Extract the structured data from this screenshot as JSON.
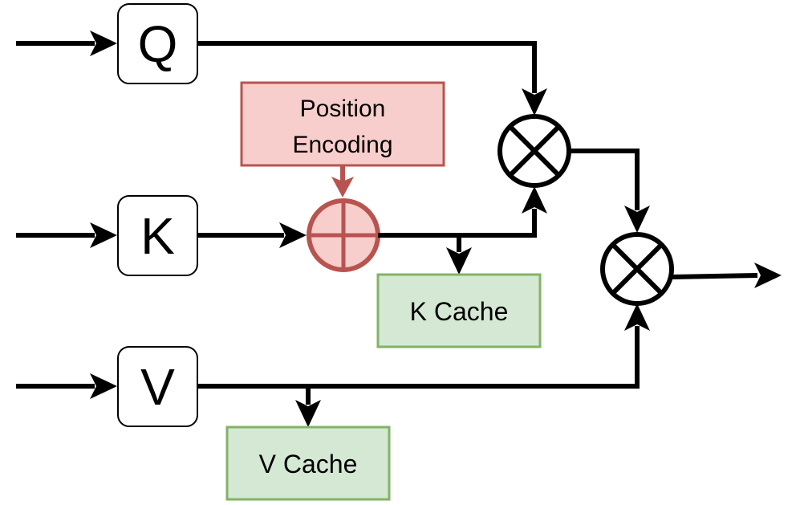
{
  "inputs": {
    "q_label": "Q",
    "k_label": "K",
    "v_label": "V"
  },
  "position_encoding": {
    "line1": "Position",
    "line2": "Encoding"
  },
  "caches": {
    "k_cache_label": "K Cache",
    "v_cache_label": "V Cache"
  },
  "operators": {
    "multiply_icon": "circled-times-icon",
    "add_icon": "circled-plus-icon"
  },
  "colors": {
    "line": "#000000",
    "position_fill": "#f8cecc",
    "position_stroke": "#b85450",
    "cache_fill": "#d5e8d4",
    "cache_stroke": "#82b366"
  }
}
